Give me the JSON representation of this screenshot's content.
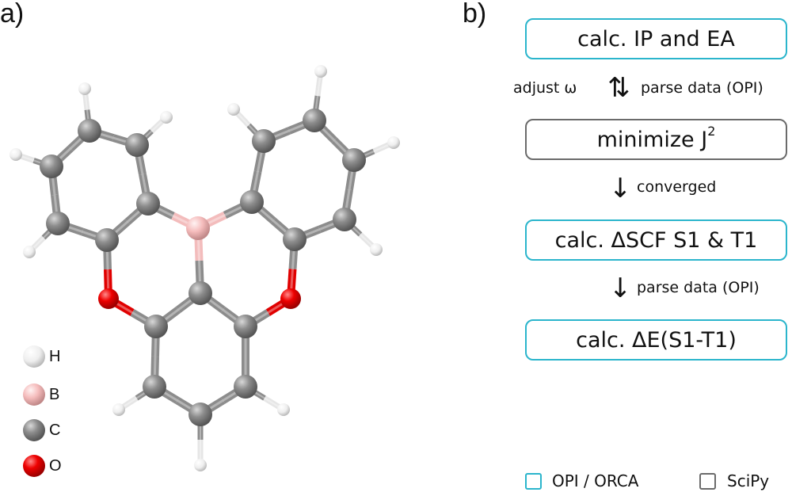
{
  "panels": {
    "a": "a)",
    "b": "b)"
  },
  "molecule_legend": [
    {
      "symbol": "H",
      "color": "#f2f2f2"
    },
    {
      "symbol": "B",
      "color": "#f6b9b9"
    },
    {
      "symbol": "C",
      "color": "#8a8a8a"
    },
    {
      "symbol": "O",
      "color": "#ee0000"
    }
  ],
  "flow": {
    "step1": "calc. IP and EA",
    "step2": "minimize J",
    "step2_sup": "2",
    "step3": "calc. ΔSCF S1 & T1",
    "step4": "calc. ΔE(S1-T1)",
    "left_label_1": "adjust ω",
    "right_label_1": "parse data (OPI)",
    "label_2": "converged",
    "label_3": "parse data (OPI)"
  },
  "legend": {
    "opi": "OPI / ORCA",
    "scipy": "SciPy",
    "opi_color": "#2bb5cc",
    "scipy_color": "#6b6b6b"
  }
}
